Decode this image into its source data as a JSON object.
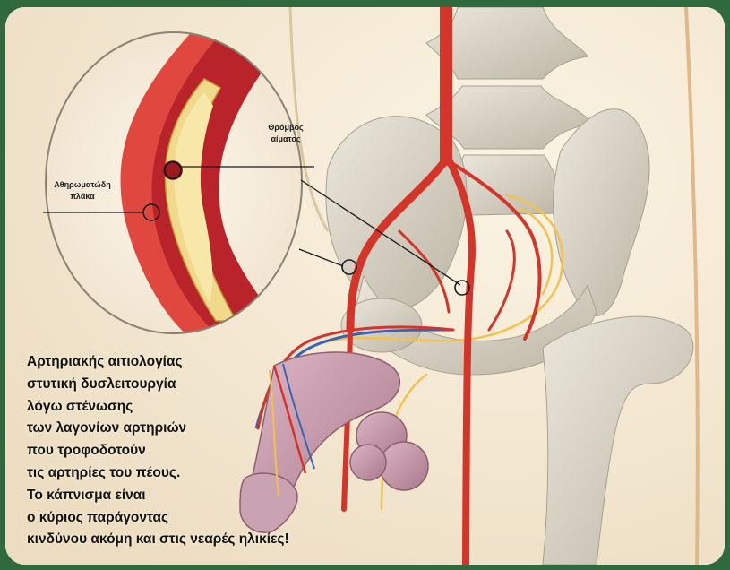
{
  "labels": {
    "thrombus_line1": "Θρόμβος",
    "thrombus_line2": "αίματος",
    "plaque_line1": "Αθηρωματώδη",
    "plaque_line2": "πλάκα"
  },
  "caption": [
    "Αρτηριακής αιτιολογίας",
    "στυτική δυσλειτουργία",
    "λόγω στένωσης",
    "των λαγονίων αρτηριών",
    "που τροφοδοτούν",
    "τις αρτηρίες του πέους.",
    "Το κάπνισμα είναι",
    "ο κύριος παράγοντας",
    "κινδύνου ακόμη και στις νεαρές ηλικίες!"
  ],
  "colors": {
    "border": "#2f6a3f",
    "background": "#f6ecd6",
    "artery": "#d3352b",
    "vein": "#3a63b8",
    "nerve": "#f2c14e",
    "bone": "#d9d4c8",
    "organ": "#c99aac"
  }
}
